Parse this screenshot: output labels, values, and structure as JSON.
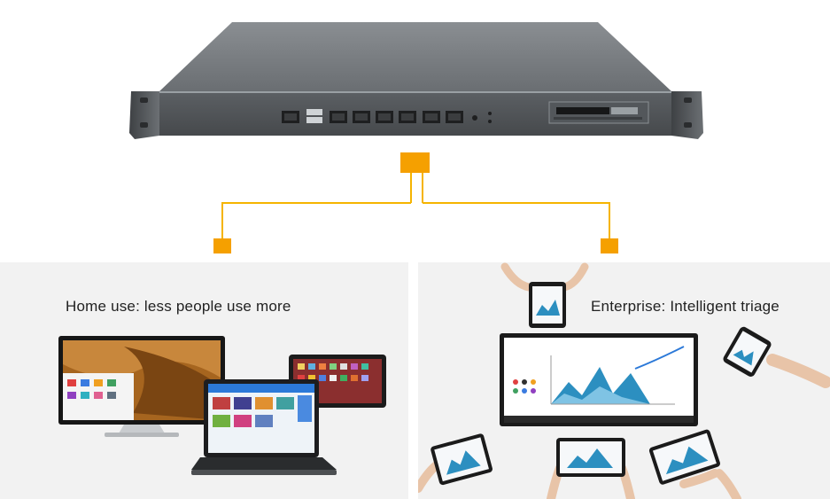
{
  "colors": {
    "accent_orange": "#f5a000",
    "connector_line": "#f5b400",
    "panel_bg": "#f2f2f2",
    "chassis": "#707478"
  },
  "device": {
    "name": "1U rackmount network appliance",
    "ports": [
      "console-port",
      "usb-port",
      "lan-port-1",
      "lan-port-2",
      "lan-port-3",
      "lan-port-4",
      "lan-port-5",
      "lan-port-6"
    ]
  },
  "home": {
    "caption": "Home use: less people use more"
  },
  "enterprise": {
    "caption": "Enterprise: Intelligent triage"
  }
}
